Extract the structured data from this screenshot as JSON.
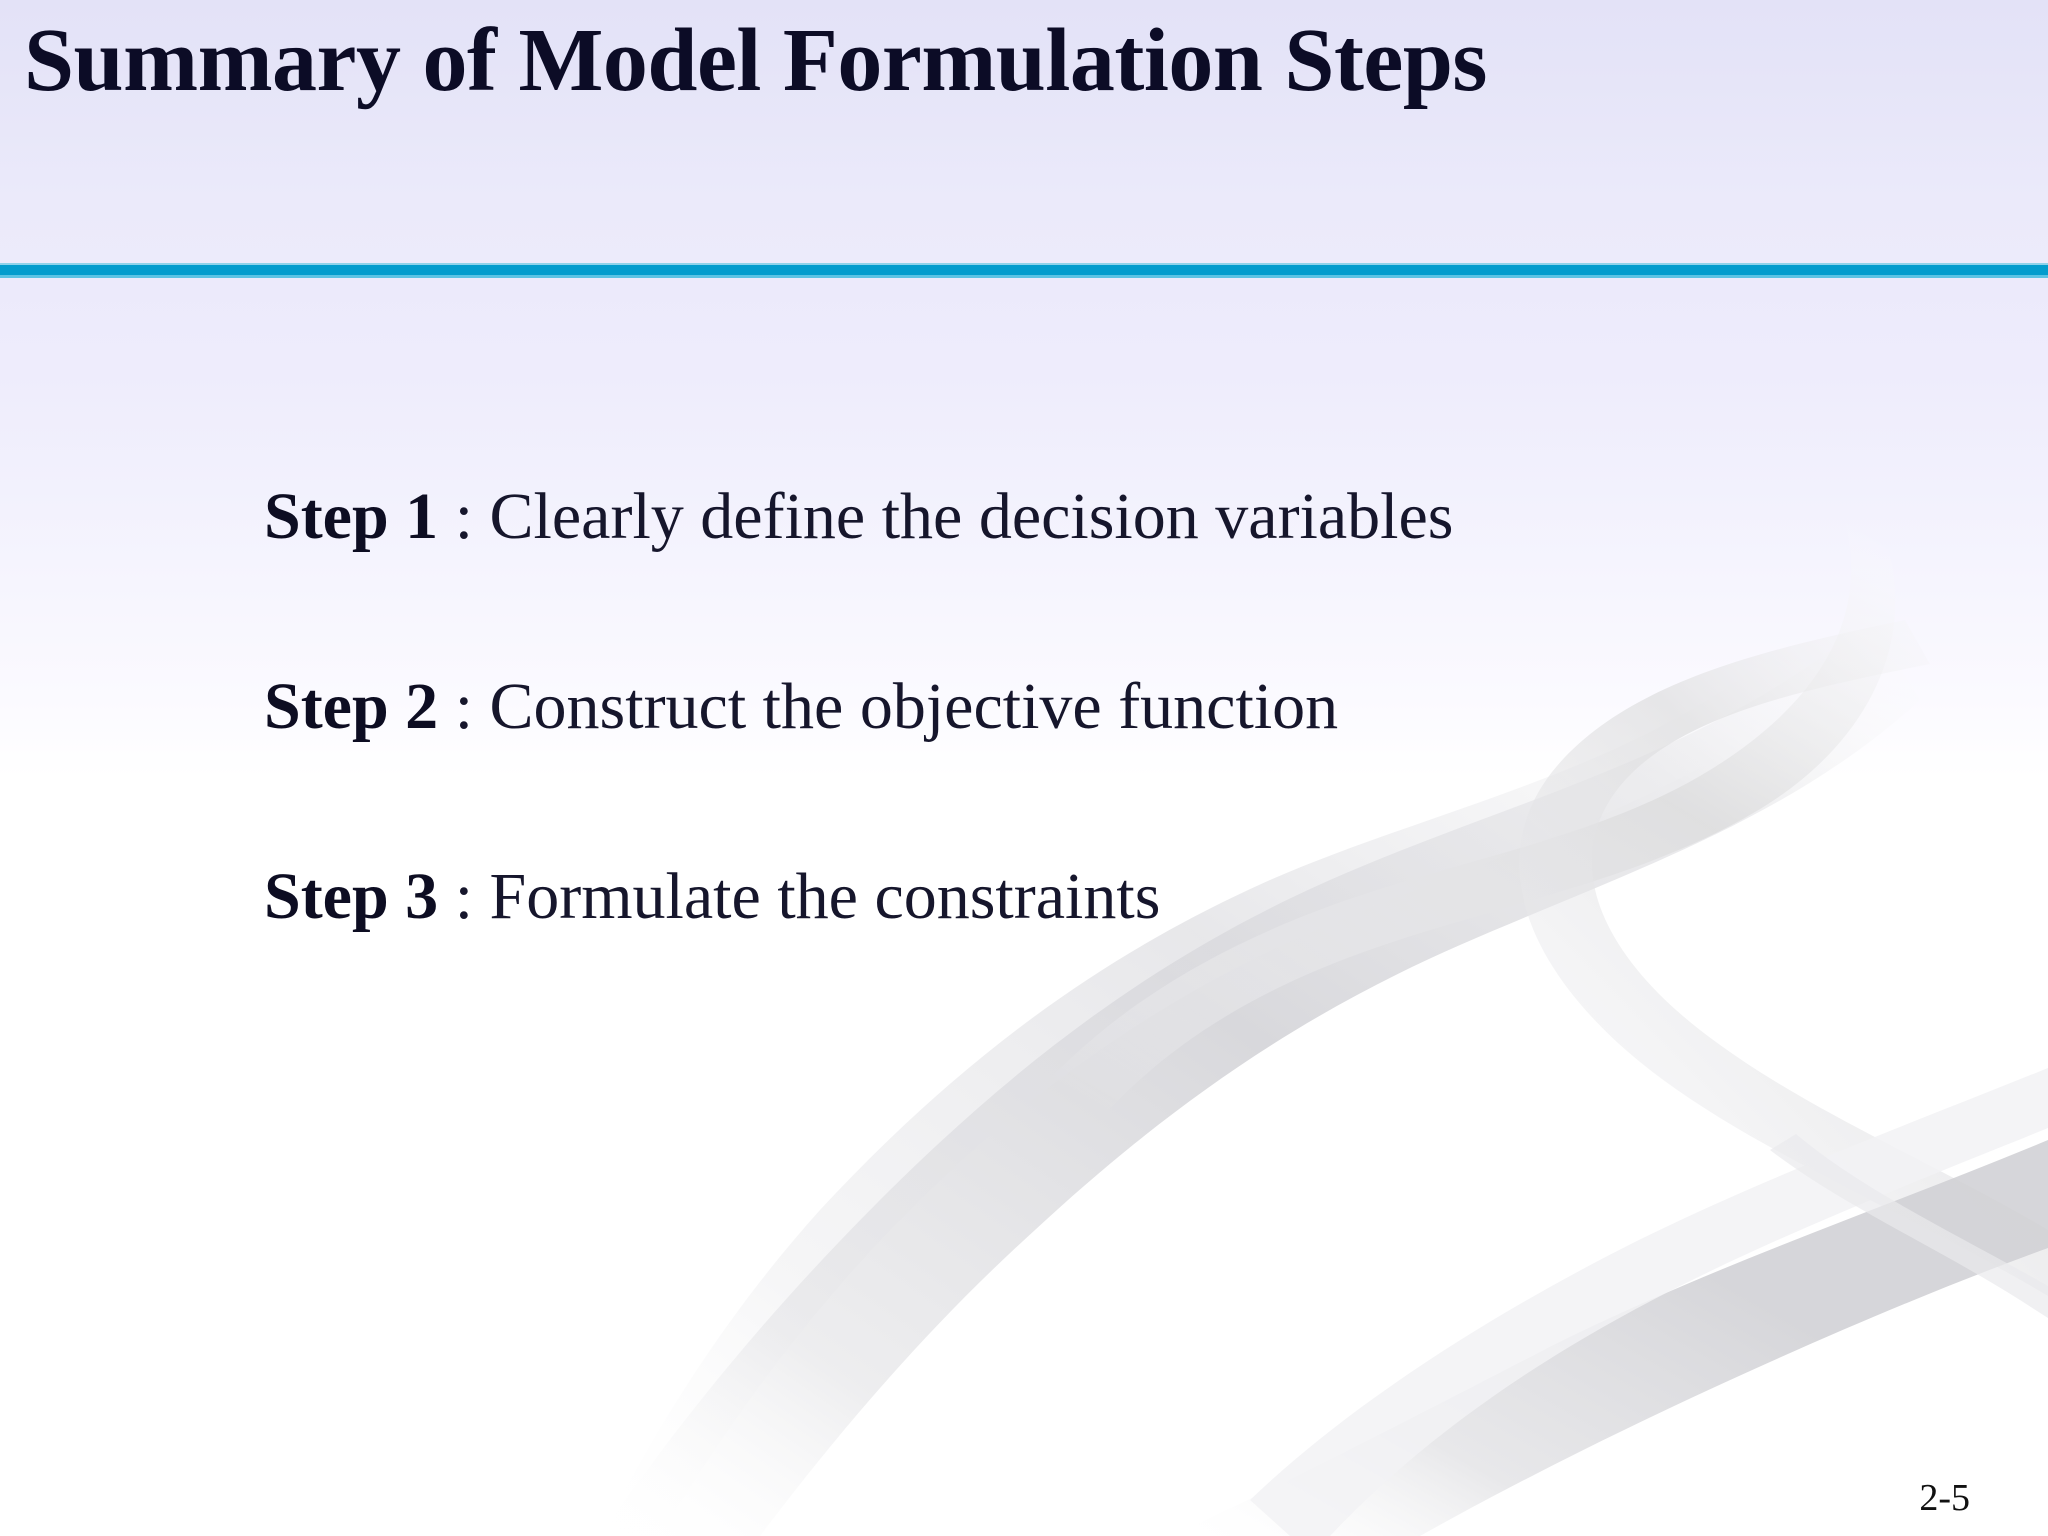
{
  "slide": {
    "title": "Summary of Model Formulation Steps",
    "page_number": "2-5",
    "accent_color": "#039ccd",
    "header_background": "#e6e5f8",
    "body_background": "#eceafb",
    "text_color": "#16162c",
    "decoration_color": "#e3e3e5"
  },
  "steps": [
    {
      "label": "Step 1",
      "separator": ":",
      "text": "Clearly define the decision variables"
    },
    {
      "label": "Step 2",
      "separator": ":",
      "text": "Construct the objective function"
    },
    {
      "label": "Step 3",
      "separator": ":",
      "text": "Formulate the constraints"
    }
  ]
}
